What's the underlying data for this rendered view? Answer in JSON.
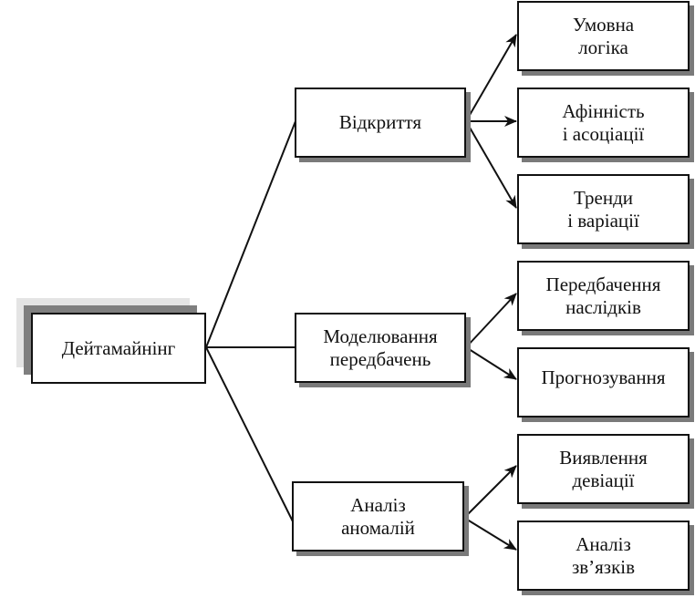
{
  "root": {
    "label": "Дейтамайнінг"
  },
  "branches": [
    {
      "label": "Відкриття",
      "children": [
        {
          "line1": "Умовна",
          "line2": "логіка"
        },
        {
          "line1": "Афінність",
          "line2": "і асоціації"
        },
        {
          "line1": "Тренди",
          "line2": "і варіації"
        }
      ]
    },
    {
      "line1": "Моделювання",
      "line2": "передбачень",
      "children": [
        {
          "line1": "Передбачення",
          "line2": "наслідків"
        },
        {
          "line1": "Прогнозування",
          "line2": ""
        }
      ]
    },
    {
      "line1": "Аналіз",
      "line2": "аномалій",
      "children": [
        {
          "line1": "Виявлення",
          "line2": "девіації"
        },
        {
          "line1": "Аналіз",
          "line2": "зв’язків"
        }
      ]
    }
  ],
  "colors": {
    "stroke": "#111111",
    "shadow": "#7a7a7a",
    "halo": "#e4e4e4"
  }
}
